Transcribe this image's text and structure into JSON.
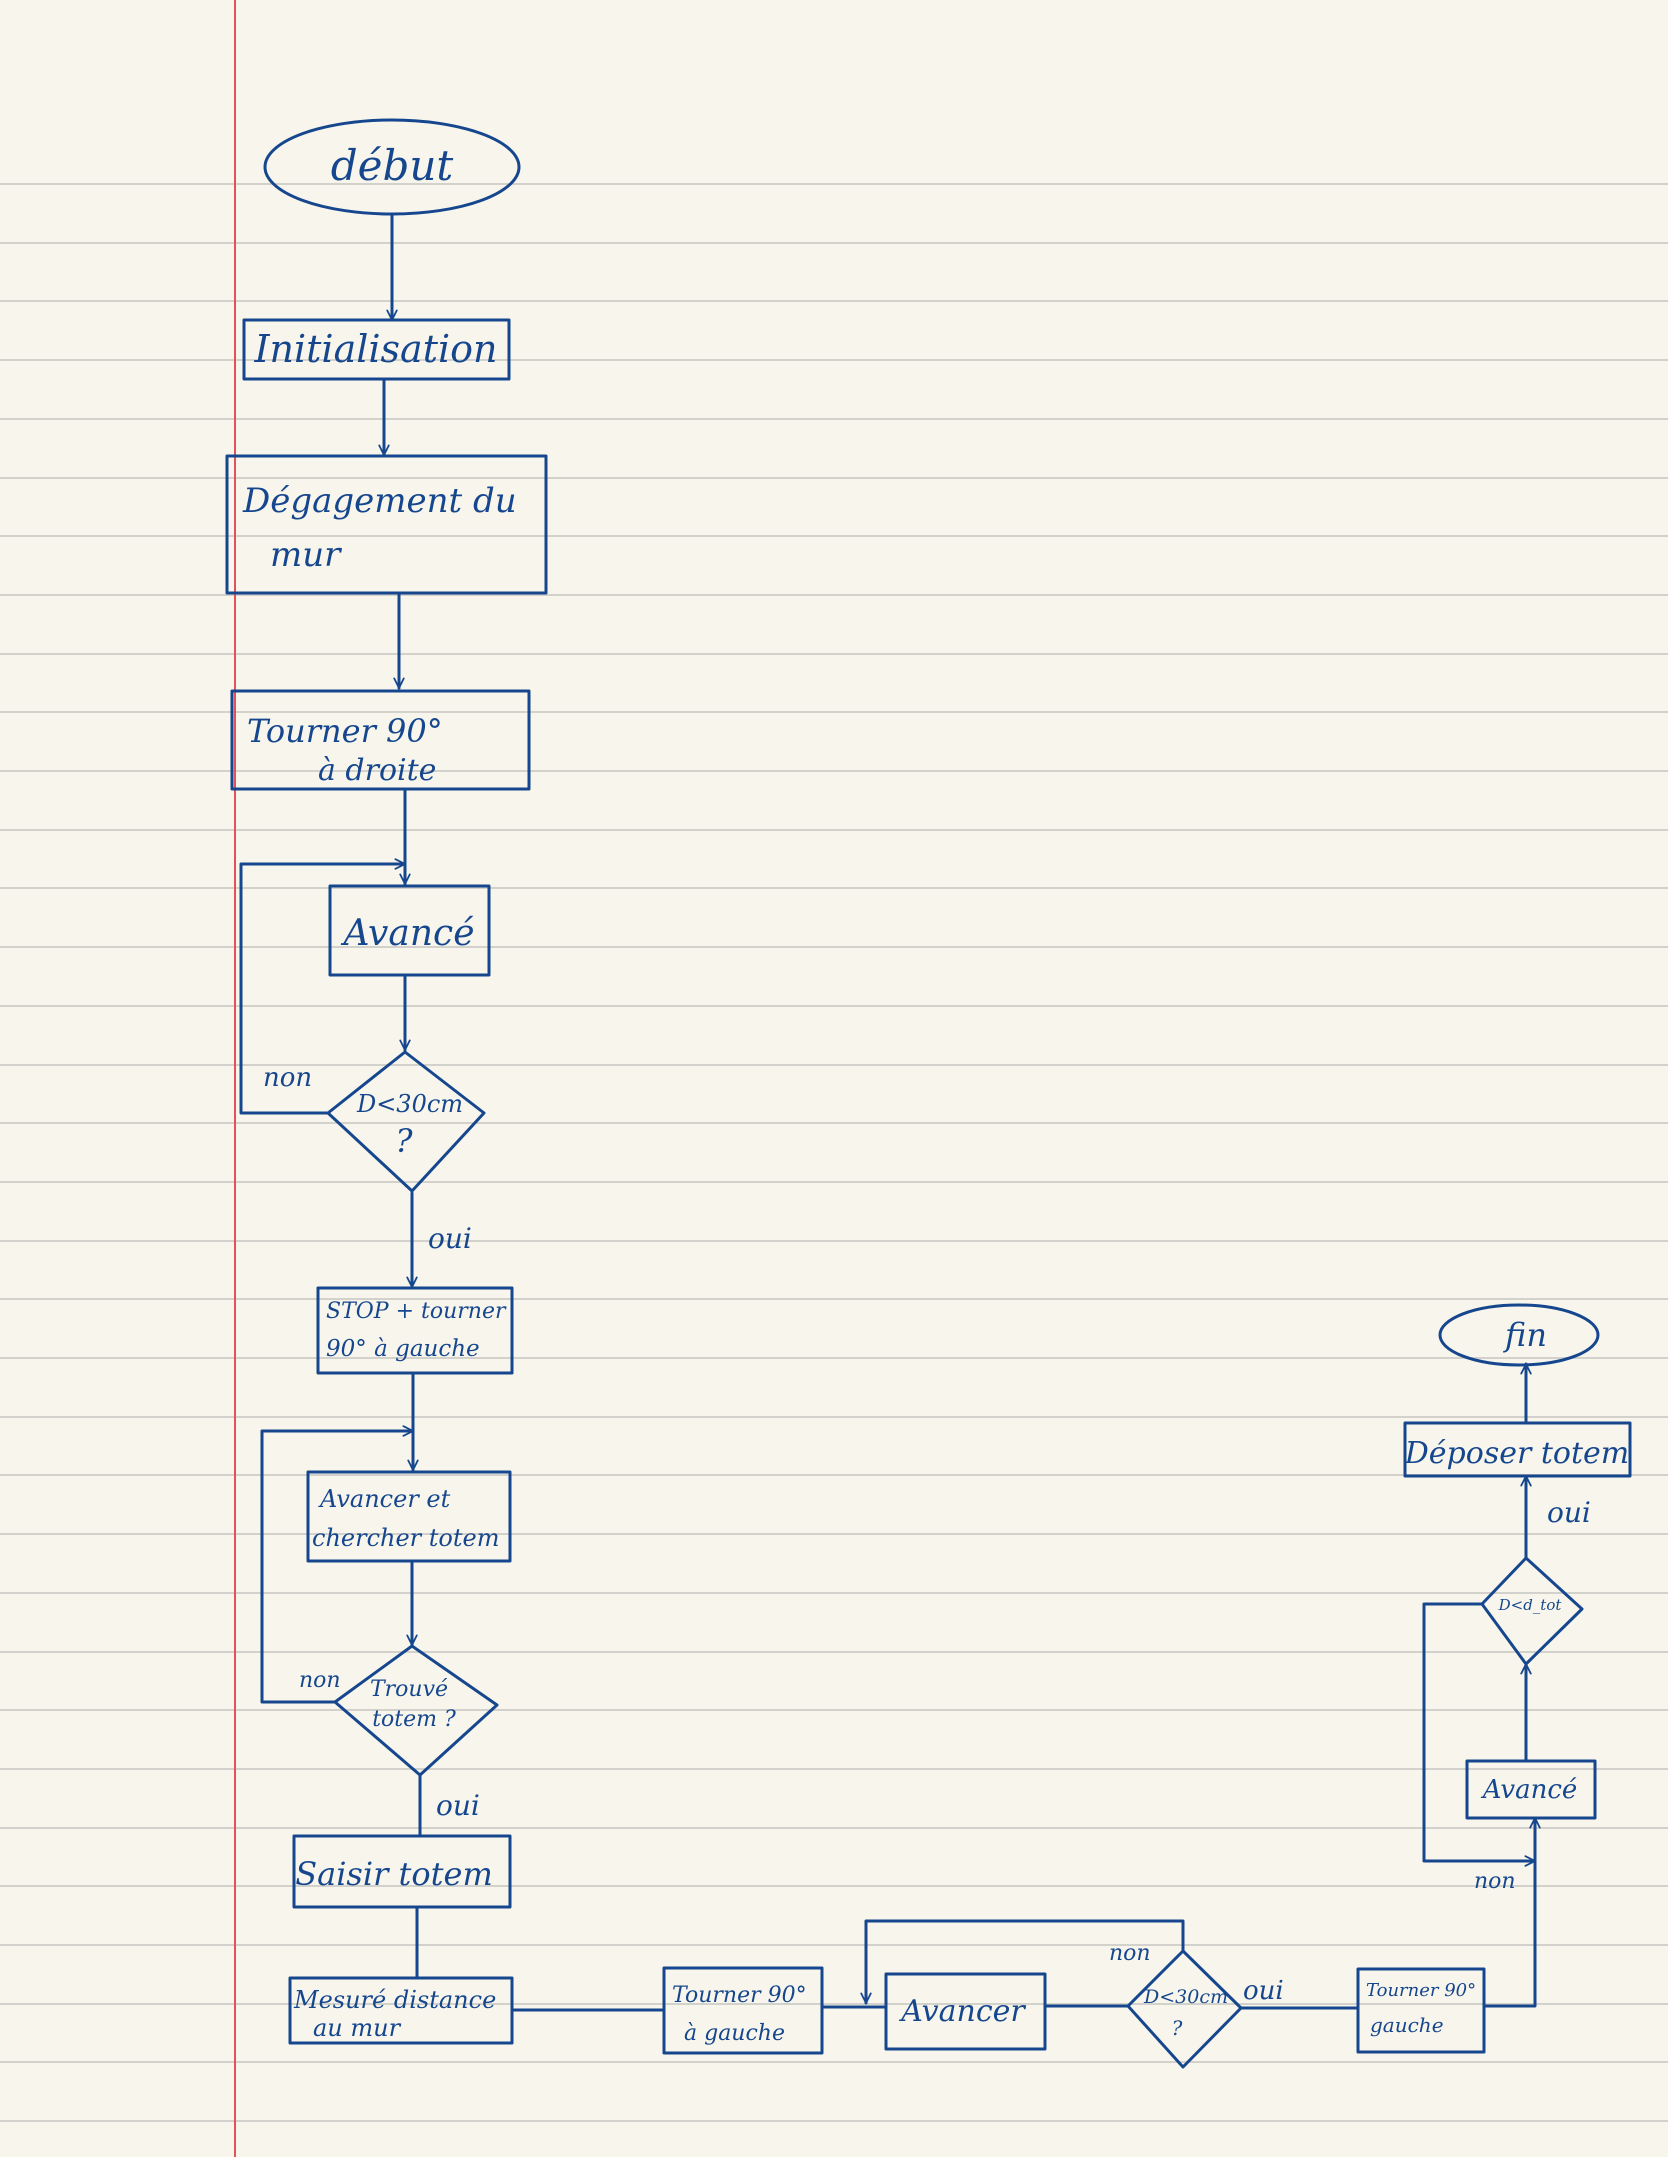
{
  "colors": {
    "paper": "#f8f6ec",
    "ink": "#16478e",
    "ruled_line": "#d2d1cb",
    "margin_line": "#e0535a"
  },
  "nodes": {
    "debut": "début",
    "initialisation": "Initialisation",
    "degagement": [
      "Dégagement du",
      "mur"
    ],
    "tourner_droite": [
      "Tourner 90°",
      "à droite"
    ],
    "avance_1": "Avancé",
    "decision_1": [
      "D<30cm",
      "?"
    ],
    "stop_tourner": [
      "STOP + tourner",
      "90° à gauche"
    ],
    "avancer_chercher": [
      "Avancer et",
      "chercher totem"
    ],
    "decision_totem": [
      "Trouvé",
      "totem ?"
    ],
    "saisir": "Saisir totem",
    "mesure": [
      "Mesuré distance",
      "au mur"
    ],
    "tourner_gauche_1": [
      "Tourner 90°",
      "à gauche"
    ],
    "avancer_2": "Avancer",
    "decision_2": [
      "D<30cm",
      "?"
    ],
    "tourner_gauche_2": [
      "Tourner 90°",
      "gauche"
    ],
    "avance_3": "Avancé",
    "decision_3": "D<d_tot",
    "deposer": "Déposer totem",
    "fin": "fin"
  },
  "edge_labels": {
    "d1_non": "non",
    "d1_oui": "oui",
    "totem_non": "non",
    "totem_oui": "oui",
    "d2_non": "non",
    "d2_oui": "oui",
    "d3_oui": "oui",
    "d3_non": "non"
  }
}
